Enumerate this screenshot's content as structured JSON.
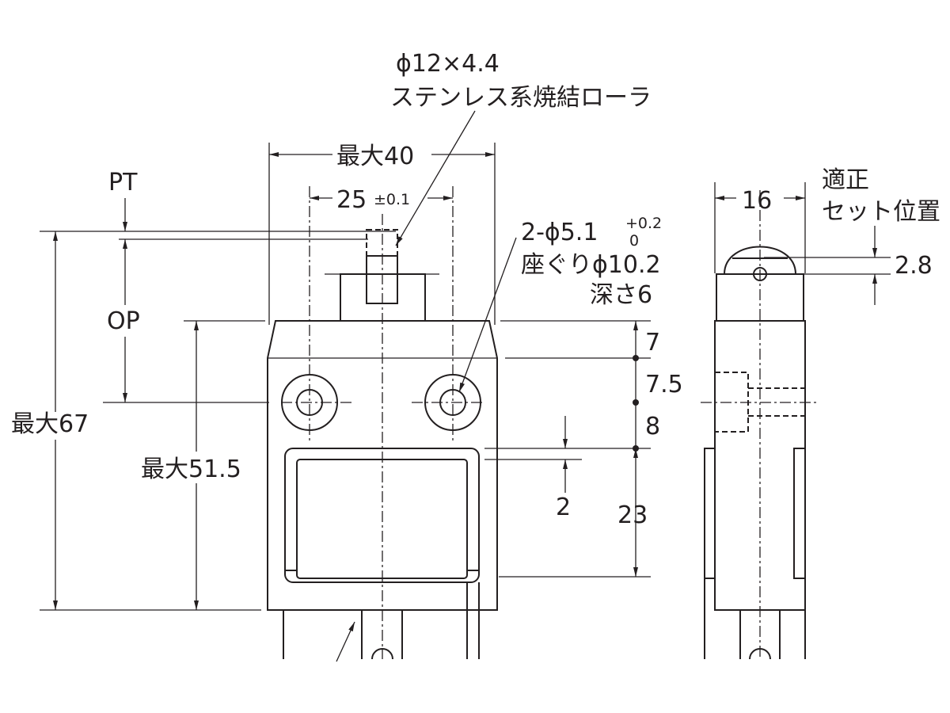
{
  "title": "Limit switch dimensional drawing (roller plunger)",
  "labels": {
    "roller_size": "ϕ12×4.4",
    "roller_material": "ステンレス系焼結ローラ",
    "width_max": "最大40",
    "pt": "PT",
    "hole_pitch": "25",
    "hole_pitch_tol": "±0.1",
    "hole_spec": "2-ϕ5.1",
    "hole_tol_upper": "+0.2",
    "hole_tol_lower": "0",
    "counterbore": "座ぐりϕ10.2",
    "depth": "深さ6",
    "op": "OP",
    "height_max": "最大67",
    "body_height_max": "最大51.5",
    "dim_7": "7",
    "dim_7_5": "7.5",
    "dim_8": "8",
    "dim_2": "2",
    "dim_23": "23",
    "side_width": "16",
    "proper_1": "適正",
    "proper_2": "セット位置",
    "dim_2_8": "2.8"
  }
}
